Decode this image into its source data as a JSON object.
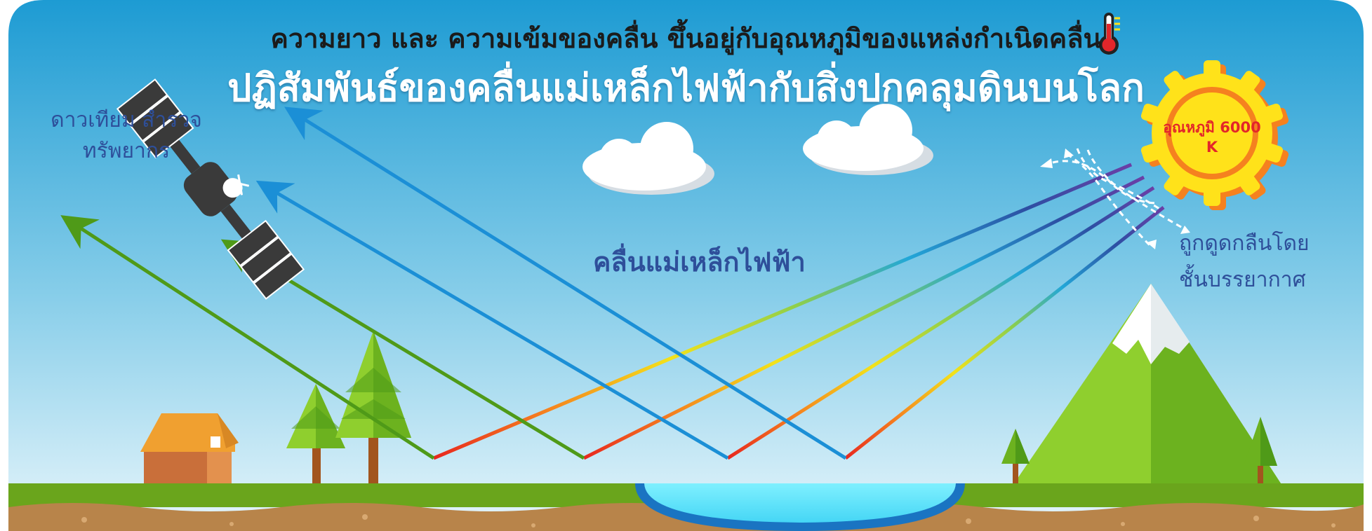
{
  "header": {
    "subtitle": "ความยาว และ ความเข้มของคลื่น ขึ้นอยู่กับอุณหภูมิของแหล่งกำเนิดคลื่น",
    "title": "ปฏิสัมพันธ์ของคลื่นแม่เหล็กไฟฟ้ากับสิ่งปกคลุมดินบนโลก"
  },
  "labels": {
    "satellite": "ดาวเทียม สำรวจทรัพยากร",
    "em_wave": "คลื่นแม่เหล็กไฟฟ้า",
    "absorbed": "ถูกดูดกลืนโดย ชั้นบรรยากาศ"
  },
  "sun": {
    "text": "อุณหภูมิ 6000 K"
  },
  "icons": [
    "thermometer-icon",
    "sun-icon",
    "satellite-icon",
    "cloud-icon",
    "tree-icon",
    "house-icon",
    "mountain-icon",
    "lake-icon"
  ],
  "colors": {
    "sky_top": "#1f9fd6",
    "sky_bottom": "#e4f4fb",
    "grass": "#6aa51c",
    "soil": "#b8844a",
    "sun_yellow": "#ffe21a",
    "sun_orange": "#f5811f",
    "green_ray": "#4f9a18",
    "blue_ray": "#1b8fd6",
    "purple_ray": "#5b3c9a",
    "red_ray": "#e8271f",
    "label_blue": "#2e4f9a"
  }
}
